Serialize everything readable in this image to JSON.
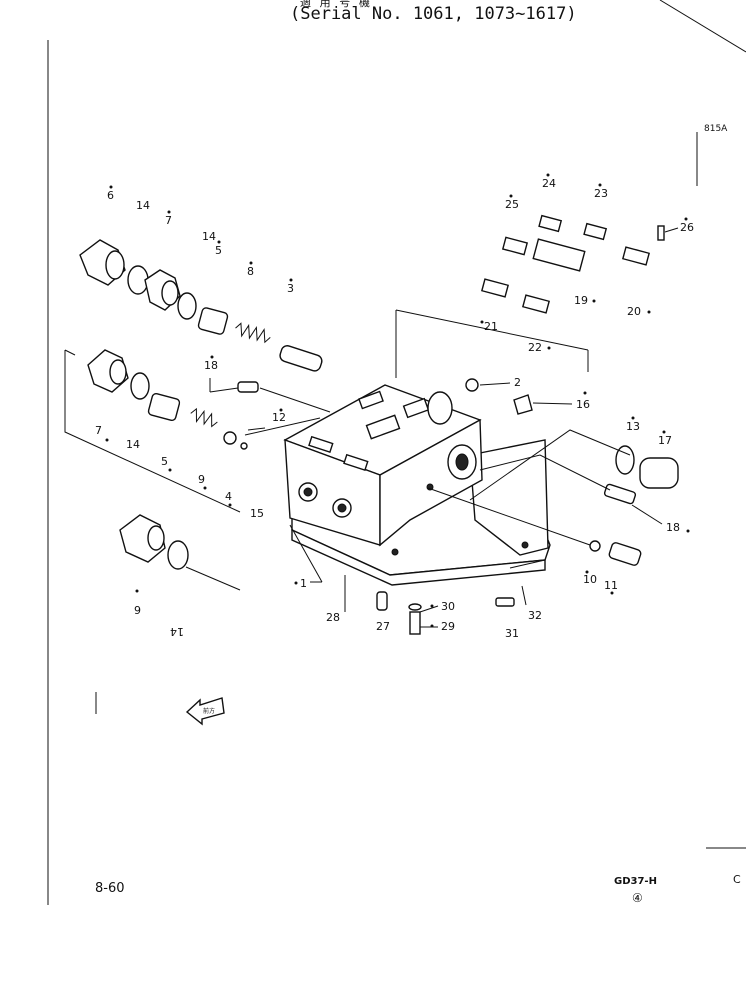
{
  "header": {
    "title_kanji": "適 用 号 機",
    "serial": "(Serial No. 1061, 1073~1617)"
  },
  "figure_code": "815A",
  "page_number": "8-60",
  "model_code": "GD37-H",
  "model_revision": "④",
  "edge_marks": {
    "right_c": "C"
  },
  "diagram": {
    "arrow_label": "前方",
    "callouts": [
      {
        "id": "c6a",
        "text": "6",
        "star": true
      },
      {
        "id": "c14a",
        "text": "14",
        "star": false
      },
      {
        "id": "c7a",
        "text": "7",
        "star": true
      },
      {
        "id": "c14b",
        "text": "14",
        "star": false
      },
      {
        "id": "c5a",
        "text": "5",
        "star": true
      },
      {
        "id": "c8",
        "text": "8",
        "star": true
      },
      {
        "id": "c3",
        "text": "3",
        "star": true
      },
      {
        "id": "c18a",
        "text": "18",
        "star": true
      },
      {
        "id": "c12",
        "text": "12",
        "star": true
      },
      {
        "id": "c2",
        "text": "2",
        "star": false
      },
      {
        "id": "c16",
        "text": "16",
        "star": true
      },
      {
        "id": "c7b",
        "text": "7",
        "star": true
      },
      {
        "id": "c14c",
        "text": "14",
        "star": false
      },
      {
        "id": "c5b",
        "text": "5",
        "star": true
      },
      {
        "id": "c9",
        "text": "9",
        "star": true
      },
      {
        "id": "c4",
        "text": "4",
        "star": true
      },
      {
        "id": "c15",
        "text": "15",
        "star": false
      },
      {
        "id": "c1",
        "text": "1",
        "star": true
      },
      {
        "id": "c6b",
        "text": "6",
        "star": true
      },
      {
        "id": "c14d",
        "text": "14",
        "star": false
      },
      {
        "id": "c28",
        "text": "28",
        "star": false
      },
      {
        "id": "c27",
        "text": "27",
        "star": false
      },
      {
        "id": "c30",
        "text": "30",
        "star": true
      },
      {
        "id": "c29",
        "text": "29",
        "star": true
      },
      {
        "id": "c31",
        "text": "31",
        "star": false
      },
      {
        "id": "c32",
        "text": "32",
        "star": false
      },
      {
        "id": "c10",
        "text": "10",
        "star": true
      },
      {
        "id": "c11",
        "text": "11",
        "star": true
      },
      {
        "id": "c18b",
        "text": "18",
        "star": true
      },
      {
        "id": "c13",
        "text": "13",
        "star": true
      },
      {
        "id": "c17",
        "text": "17",
        "star": true
      },
      {
        "id": "c25",
        "text": "25",
        "star": true
      },
      {
        "id": "c24",
        "text": "24",
        "star": true
      },
      {
        "id": "c23",
        "text": "23",
        "star": true
      },
      {
        "id": "c26",
        "text": "26",
        "star": true
      },
      {
        "id": "c19",
        "text": "19",
        "star": true
      },
      {
        "id": "c20",
        "text": "20",
        "star": true
      },
      {
        "id": "c21",
        "text": "21",
        "star": true
      },
      {
        "id": "c22",
        "text": "22",
        "star": true
      }
    ]
  }
}
